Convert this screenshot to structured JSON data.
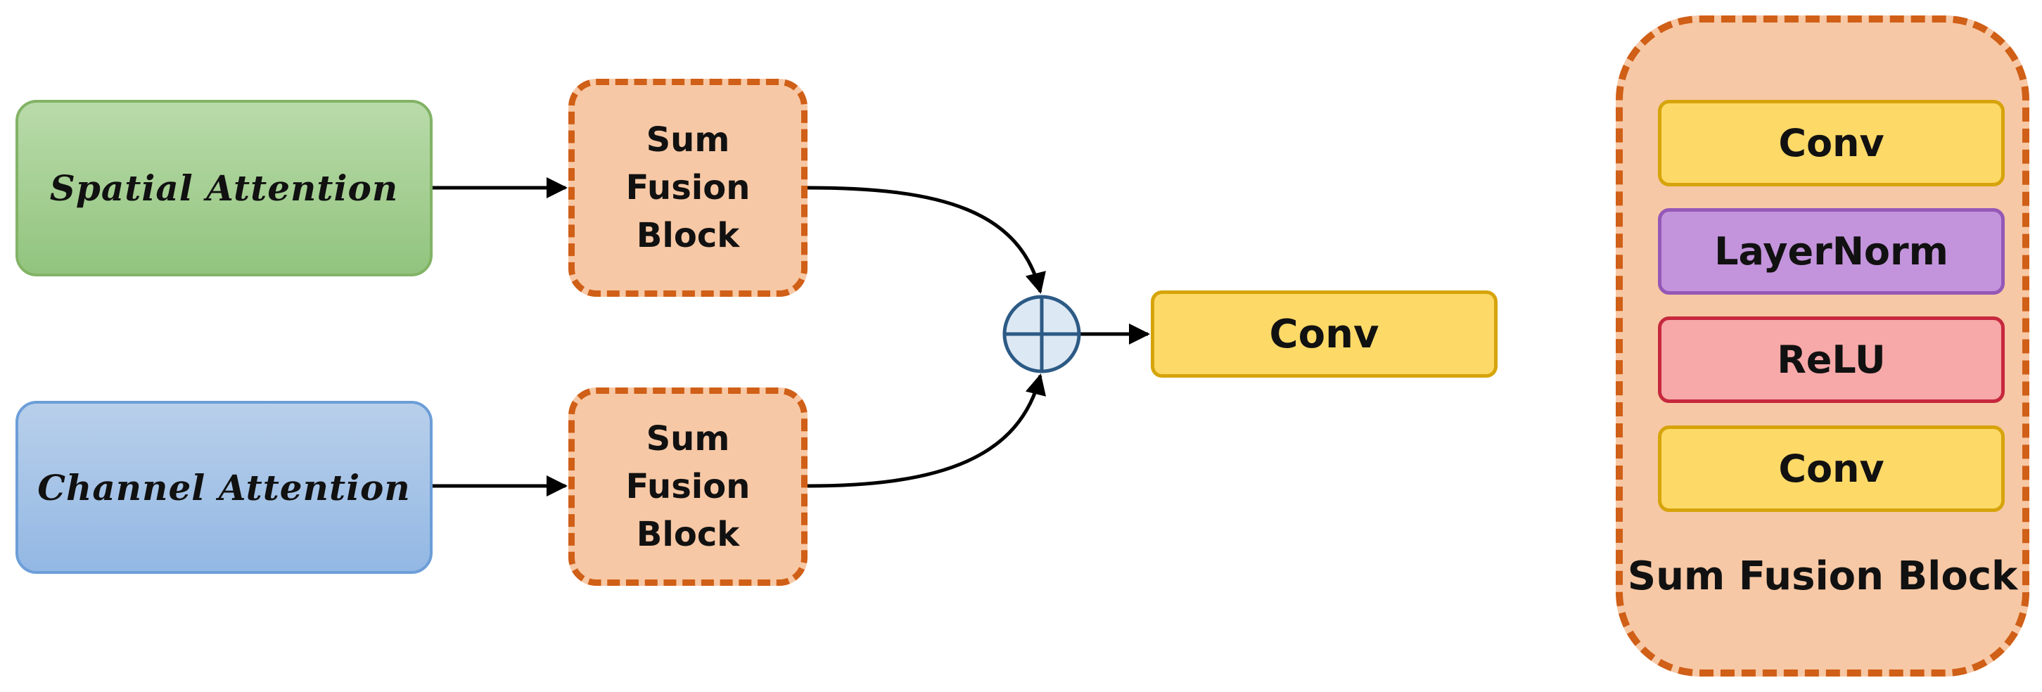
{
  "diagram": {
    "attention_nodes": {
      "spatial": "Spatial Attention",
      "channel": "Channel Attention"
    },
    "fusion_blocks": {
      "top": [
        "Sum",
        "Fusion",
        "Block"
      ],
      "bottom": [
        "Sum",
        "Fusion",
        "Block"
      ]
    },
    "sum_operator_icon": "circle-plus-icon",
    "output_node": "Conv",
    "legend": {
      "title": "Sum Fusion Block",
      "layers": [
        "Conv",
        "LayerNorm",
        "ReLU",
        "Conv"
      ]
    },
    "colors": {
      "spatial_fill": "#a8d394",
      "channel_fill": "#a6c4e8",
      "fusion_fill": "#f7c8a5",
      "fusion_border": "#d05f17",
      "conv_fill": "#fdd967",
      "layernorm_fill": "#c394dc",
      "relu_fill": "#f7a8a8",
      "operator_fill": "#dce8f4",
      "operator_stroke": "#2c5a85"
    }
  }
}
